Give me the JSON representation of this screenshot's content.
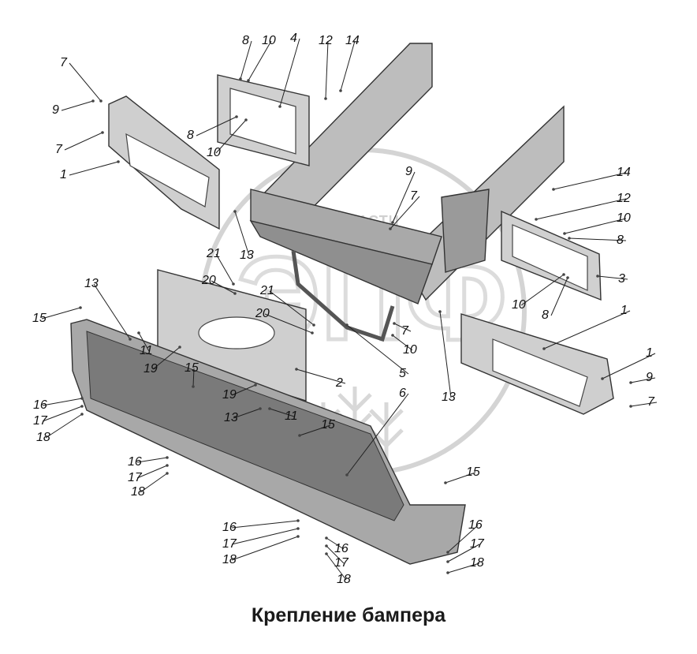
{
  "caption": "Крепление бампера",
  "watermark": {
    "logo_letters": "ЭПФ",
    "text": "ЗАПЧАСТИ"
  },
  "colors": {
    "part_fill": "#cfcfcf",
    "part_dark": "#7a7a7a",
    "frame_fill": "#bdbdbd",
    "line": "#222222",
    "watermark": "#d4d4d4"
  },
  "callouts": [
    {
      "text": "8"
    },
    {
      "text": "10"
    },
    {
      "text": "4"
    },
    {
      "text": "12"
    },
    {
      "text": "14"
    },
    {
      "text": "7"
    },
    {
      "text": "9"
    },
    {
      "text": "7"
    },
    {
      "text": "1"
    },
    {
      "text": "8"
    },
    {
      "text": "10"
    },
    {
      "text": "9"
    },
    {
      "text": "7"
    },
    {
      "text": "14"
    },
    {
      "text": "12"
    },
    {
      "text": "10"
    },
    {
      "text": "8"
    },
    {
      "text": "3"
    },
    {
      "text": "21"
    },
    {
      "text": "13"
    },
    {
      "text": "20"
    },
    {
      "text": "21"
    },
    {
      "text": "20"
    },
    {
      "text": "13"
    },
    {
      "text": "11"
    },
    {
      "text": "15"
    },
    {
      "text": "19"
    },
    {
      "text": "15"
    },
    {
      "text": "7"
    },
    {
      "text": "10"
    },
    {
      "text": "5"
    },
    {
      "text": "10"
    },
    {
      "text": "8"
    },
    {
      "text": "1"
    },
    {
      "text": "1"
    },
    {
      "text": "9"
    },
    {
      "text": "7"
    },
    {
      "text": "13"
    },
    {
      "text": "2"
    },
    {
      "text": "6"
    },
    {
      "text": "19"
    },
    {
      "text": "13"
    },
    {
      "text": "11"
    },
    {
      "text": "16"
    },
    {
      "text": "17"
    },
    {
      "text": "18"
    },
    {
      "text": "15"
    },
    {
      "text": "16"
    },
    {
      "text": "17"
    },
    {
      "text": "18"
    },
    {
      "text": "15"
    },
    {
      "text": "16"
    },
    {
      "text": "17"
    },
    {
      "text": "18"
    },
    {
      "text": "16"
    },
    {
      "text": "17"
    },
    {
      "text": "18"
    },
    {
      "text": "16"
    },
    {
      "text": "17"
    },
    {
      "text": "18"
    }
  ]
}
